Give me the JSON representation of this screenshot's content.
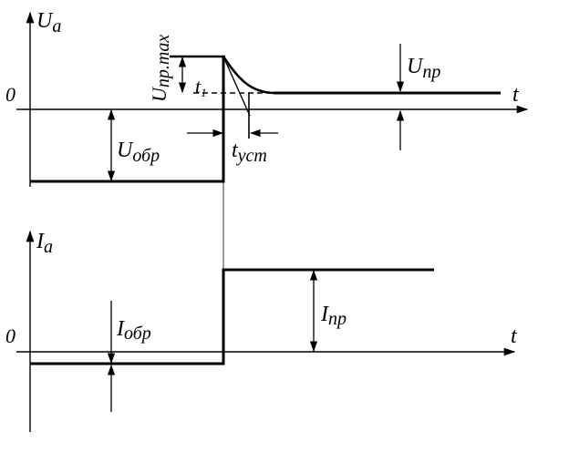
{
  "top_graph": {
    "axis_y": "U",
    "axis_y_sub": "a",
    "axis_x": "t",
    "origin": "0",
    "u_max": "U",
    "u_max_sub": "пр.max",
    "t1": "t",
    "t1_sub": "1",
    "t_set": "t",
    "t_set_sub": "уст",
    "u_rev": "U",
    "u_rev_sub": "обр",
    "u_fwd": "U",
    "u_fwd_sub": "пр"
  },
  "bottom_graph": {
    "axis_y": "I",
    "axis_y_sub": "a",
    "axis_x": "t",
    "origin": "0",
    "i_rev": "I",
    "i_rev_sub": "обр",
    "i_fwd": "I",
    "i_fwd_sub": "пр"
  }
}
